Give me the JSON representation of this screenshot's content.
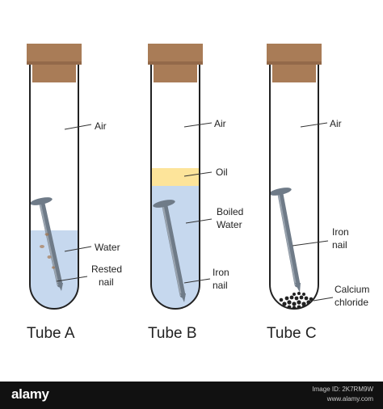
{
  "colors": {
    "cork": "#a97c57",
    "water": "#c6d8ee",
    "oil": "#fde49a",
    "nail": "#7d8895",
    "glass": "#222222"
  },
  "tubes": [
    {
      "title": "Tube A",
      "labels": {
        "air": "Air",
        "water": "Water",
        "nail_line1": "Rested",
        "nail_line2": "nail"
      }
    },
    {
      "title": "Tube B",
      "labels": {
        "air": "Air",
        "oil": "Oil",
        "water_line1": "Boiled",
        "water_line2": "Water",
        "nail_line1": "Iron",
        "nail_line2": "nail"
      }
    },
    {
      "title": "Tube C",
      "labels": {
        "air": "Air",
        "nail_line1": "Iron",
        "nail_line2": "nail",
        "chem_line1": "Calcium",
        "chem_line2": "chloride"
      }
    }
  ],
  "footer": {
    "brand": "alamy",
    "image_id": "Image ID: 2K7RM9W",
    "site": "www.alamy.com"
  }
}
